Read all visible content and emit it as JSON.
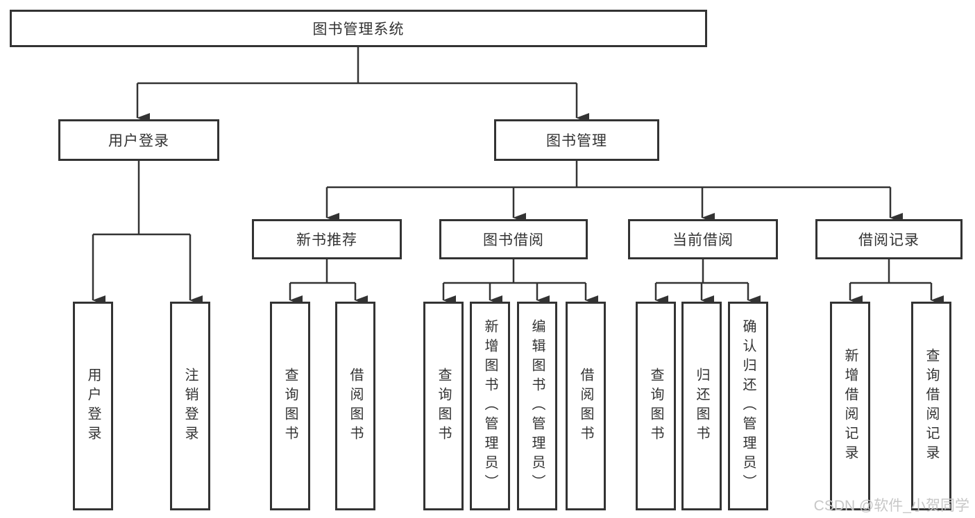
{
  "diagram_title": "图书管理系统",
  "tree": {
    "root": "图书管理系统",
    "branches": [
      {
        "label": "用户登录",
        "children": [
          "用户登录",
          "注销登录"
        ]
      },
      {
        "label": "图书管理",
        "groups": [
          {
            "label": "新书推荐",
            "children": [
              "查询图书",
              "借阅图书"
            ]
          },
          {
            "label": "图书借阅",
            "children": [
              "查询图书",
              "新增图书（管理员）",
              "编辑图书（管理员）",
              "借阅图书"
            ]
          },
          {
            "label": "当前借阅",
            "children": [
              "查询图书",
              "归还图书",
              "确认归还（管理员）"
            ]
          },
          {
            "label": "借阅记录",
            "children": [
              "新增借阅记录",
              "查询借阅记录"
            ]
          }
        ]
      }
    ]
  },
  "watermark": "CSDN @软件_小贺同学",
  "colors": {
    "line": "#333333",
    "box_border": "#333333",
    "text": "#333333",
    "watermark": "#c7c7c7",
    "background": "#ffffff"
  }
}
